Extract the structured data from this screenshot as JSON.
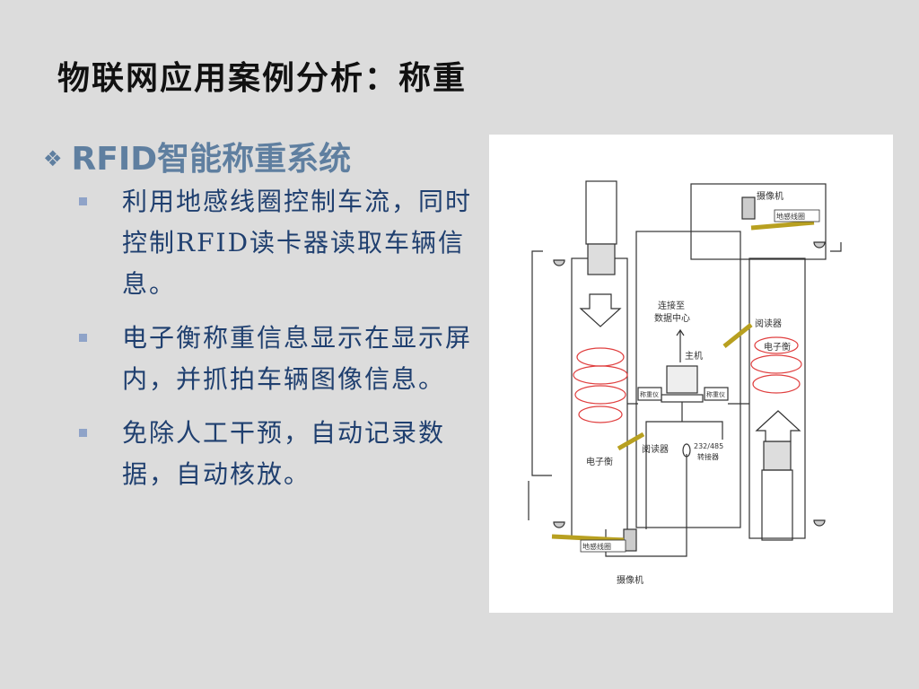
{
  "slide": {
    "title": "物联网应用案例分析：称重",
    "section": "RFID智能称重系统",
    "section_icon": "diamond-bullet-icon",
    "bullets": [
      "利用地感线圈控制车流，同时控制RFID读卡器读取车辆信息。",
      "电子衡称重信息显示在显示屏内，并抓拍车辆图像信息。",
      "免除人工干预，自动记录数据，自动核放。"
    ]
  },
  "figure": {
    "labels": {
      "camera_top": "摄像机",
      "loop_top": "地感线圈",
      "connect_center_1": "连接至",
      "connect_center_2": "数据中心",
      "host": "主机",
      "reader_right": "阅读器",
      "scale_right": "电子衡",
      "display_left": "称重仪",
      "display_right": "称重仪",
      "scale_left": "电子衡",
      "reader_center": "阅读器",
      "converter_1": "232/485",
      "converter_2": "转接器",
      "loop_bottom": "地感线圈",
      "camera_bottom": "摄像机"
    },
    "colors": {
      "coil": "#e04040",
      "barrier": "#b8a020",
      "line": "#333333"
    }
  }
}
